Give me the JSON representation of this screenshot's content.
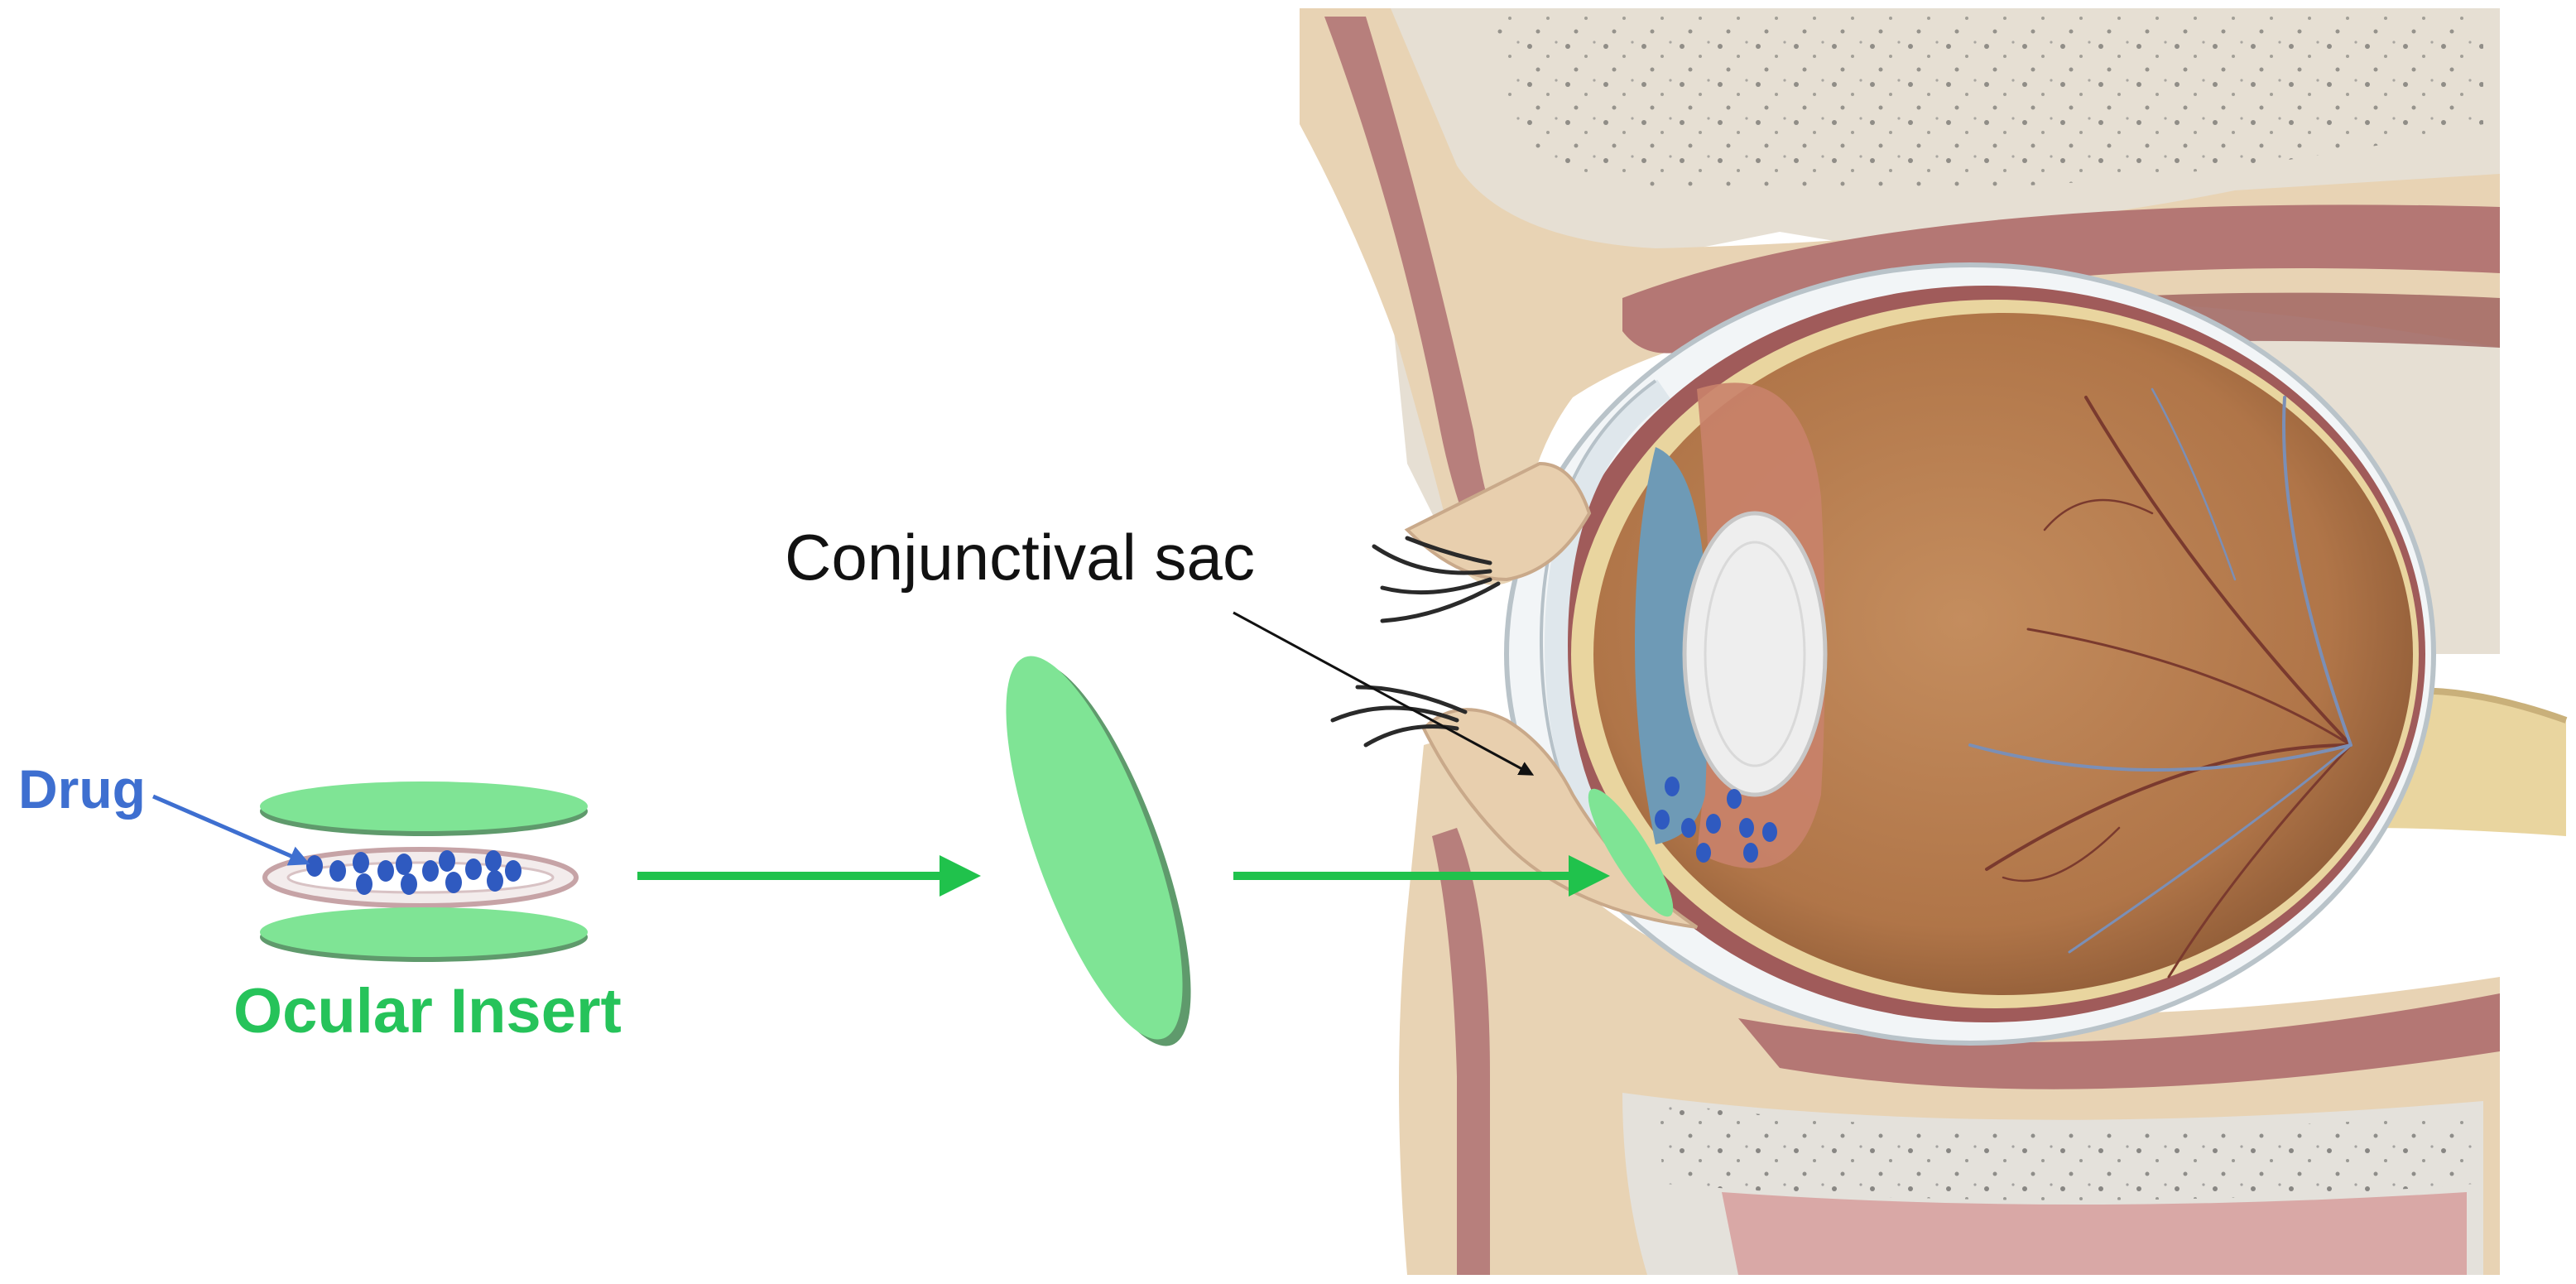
{
  "labels": {
    "drug": "Drug",
    "ocular_insert": "Ocular Insert",
    "conjunctival_sac": "Conjunctival sac"
  },
  "colors": {
    "insert_green": "#7fe495",
    "insert_green_dark": "#5f9a6c",
    "arrow_green": "#20c24c",
    "drug_blue": "#2f5ac0",
    "drug_label_blue": "#3e6fd0",
    "ocular_label_green": "#26c35a",
    "skin_tan": "#e8d3b4",
    "muscle_red": "#b07a78",
    "bone_grey": "#e4e1db",
    "globe_brown": "#b57f52",
    "sclera": "#f2f5f7",
    "iris_blue": "#6e9ab6",
    "lens_white": "#eeeeee",
    "vessel_red": "#7a3a2e",
    "vessel_blue": "#7b8fb6"
  },
  "icons": [
    "drug-particle-icon",
    "ocular-insert-disc-icon",
    "eye-anatomy-illustration"
  ]
}
